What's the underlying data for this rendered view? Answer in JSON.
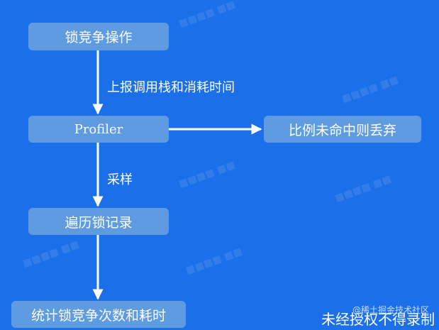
{
  "diagram": {
    "nodes": {
      "lock_op": "锁竞争操作",
      "profiler": "Profiler",
      "discard": "比例未命中则丢弃",
      "traverse": "遍历锁记录",
      "stats": "统计锁竞争次数和耗时"
    },
    "edges": {
      "report": "上报调用栈和消耗时间",
      "sample": "采样"
    }
  },
  "watermark": {
    "site": "@稀土掘金技术社区",
    "notice": "未经授权不得录制"
  },
  "colors": {
    "background": "#1b6fe8",
    "node_fill": "#5e9be0",
    "arrow": "#ffffff"
  }
}
